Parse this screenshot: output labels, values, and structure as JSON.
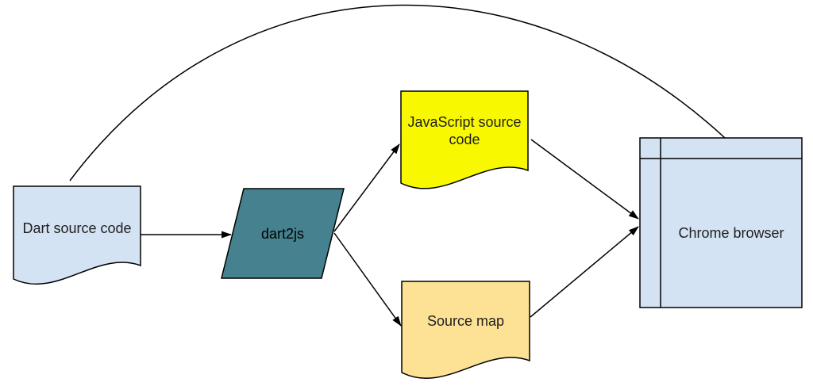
{
  "diagram": {
    "background": "#ffffff",
    "nodes": {
      "dart_source": {
        "label": "Dart source code",
        "shape": "document",
        "fill": "#d3e3f3"
      },
      "dart2js": {
        "label": "dart2js",
        "shape": "parallelogram",
        "fill": "#45818e"
      },
      "js_source": {
        "label": "JavaScript source code",
        "shape": "document",
        "fill": "#f8f800"
      },
      "source_map": {
        "label": "Source map",
        "shape": "document",
        "fill": "#fde295"
      },
      "chrome": {
        "label": "Chrome browser",
        "shape": "browser-window",
        "fill": "#d3e3f3"
      }
    },
    "edges": [
      {
        "from": "Dart source code",
        "to": "Chrome browser",
        "type": "curved-line-over-top",
        "arrowhead": false
      },
      {
        "from": "Dart source code",
        "to": "dart2js",
        "type": "straight",
        "arrowhead": true
      },
      {
        "from": "dart2js",
        "to": "JavaScript source code",
        "type": "straight",
        "arrowhead": true
      },
      {
        "from": "dart2js",
        "to": "Source map",
        "type": "straight",
        "arrowhead": true
      },
      {
        "from": "JavaScript source code",
        "to": "Chrome browser",
        "type": "straight",
        "arrowhead": true
      },
      {
        "from": "Source map",
        "to": "Chrome browser",
        "type": "straight",
        "arrowhead": true
      }
    ],
    "colors": {
      "stroke": "#000000",
      "text": "#1f1f1f",
      "background": "#ffffff"
    }
  }
}
